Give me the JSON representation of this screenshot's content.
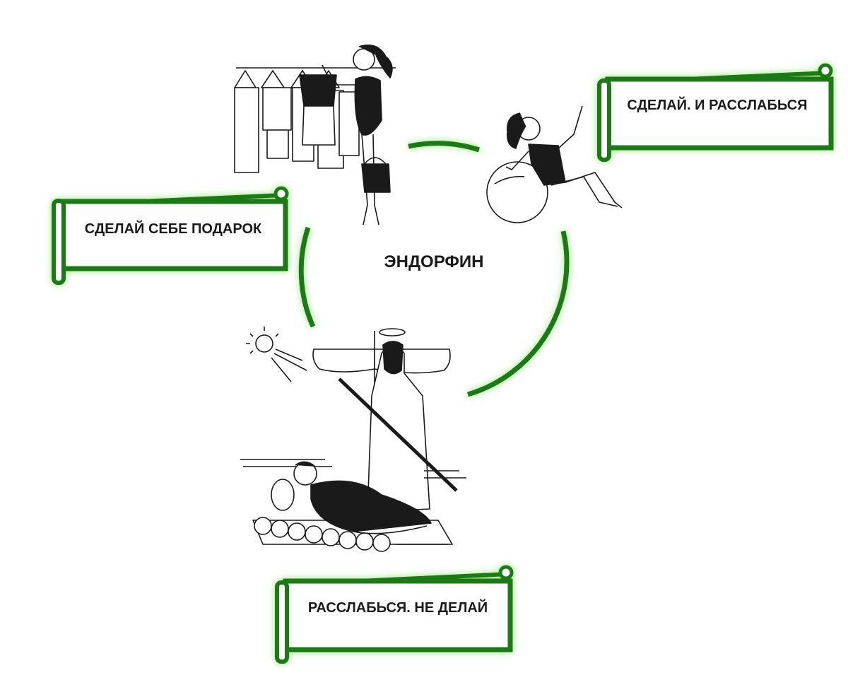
{
  "center": {
    "label": "ЭНДОРФИН"
  },
  "banners": {
    "gift": "СДЕЛАЙ СЕБЕ ПОДАРОК",
    "do_relax": "СДЕЛАЙ. И РАССЛАБЬСЯ",
    "relax_dont": "РАССЛАБЬСЯ. НЕ ДЕЛАЙ"
  },
  "colors": {
    "green": "#1f7a12",
    "glow": "#8be36a",
    "ink": "#1a1a1a"
  },
  "illustrations": [
    "shopping-woman-illustration",
    "fitball-woman-illustration",
    "raft-illustration"
  ]
}
